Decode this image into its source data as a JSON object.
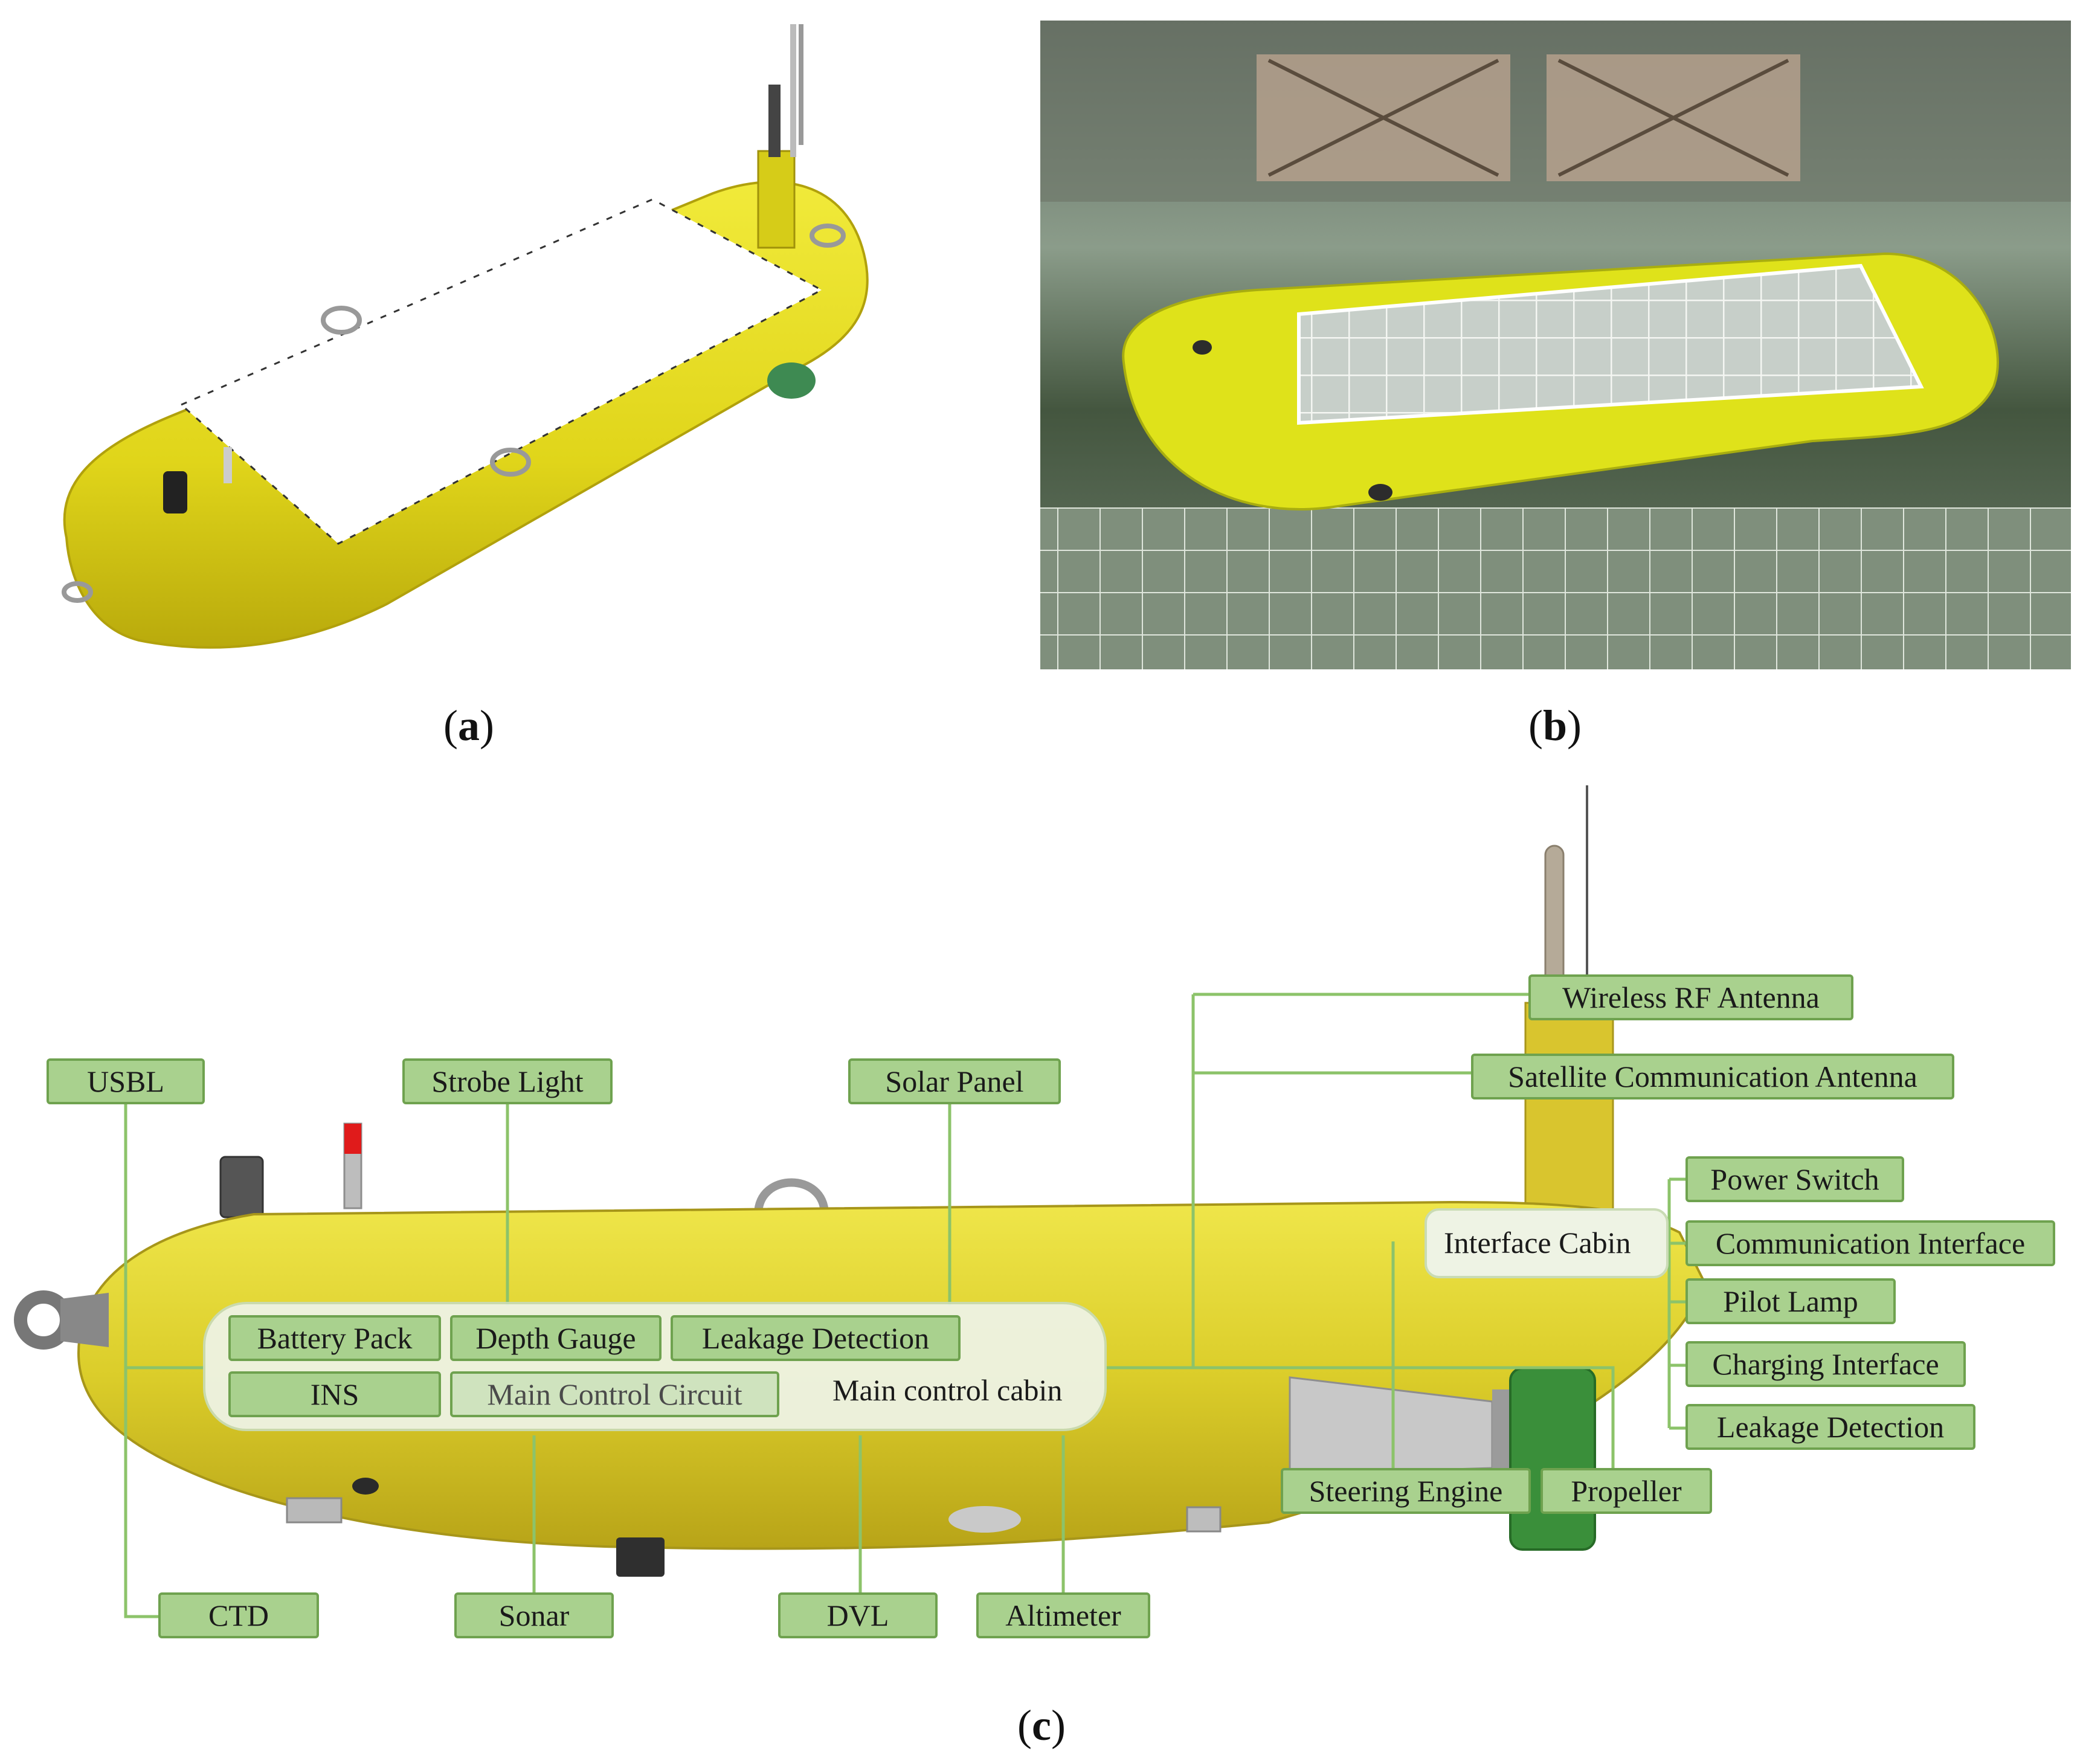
{
  "captions": {
    "a": "a",
    "b": "b",
    "c": "c"
  },
  "colors": {
    "hull": "#e4dc1c",
    "hull_dark": "#b8a90c",
    "label_fill": "#a9d18e",
    "label_border": "#6fa24f",
    "leader_line": "#8cc36a",
    "cabin_fill": "#eef3e4",
    "propeller": "#3a8f3a",
    "water": "#6f7f6a"
  },
  "labels": {
    "usbl": "USBL",
    "strobe_light": "Strobe Light",
    "solar_panel": "Solar Panel",
    "wireless_rf_antenna": "Wireless RF Antenna",
    "satellite_antenna": "Satellite  Communication  Antenna",
    "power_switch": "Power Switch",
    "communication_interface": "Communication  Interface",
    "pilot_lamp": "Pilot Lamp",
    "charging_interface": "Charging  Interface",
    "leakage_detection_right": "Leakage  Detection",
    "interface_cabin": "Interface Cabin",
    "battery_pack": "Battery Pack",
    "depth_gauge": "Depth Gauge",
    "leakage_detection_main": "Leakage  Detection",
    "ins": "INS",
    "main_control_circuit": "Main  Control  Circuit",
    "main_control_cabin": "Main  control  cabin",
    "steering_engine": "Steering Engine",
    "propeller": "Propeller",
    "ctd": "CTD",
    "sonar": "Sonar",
    "dvl": "DVL",
    "altimeter": "Altimeter"
  }
}
